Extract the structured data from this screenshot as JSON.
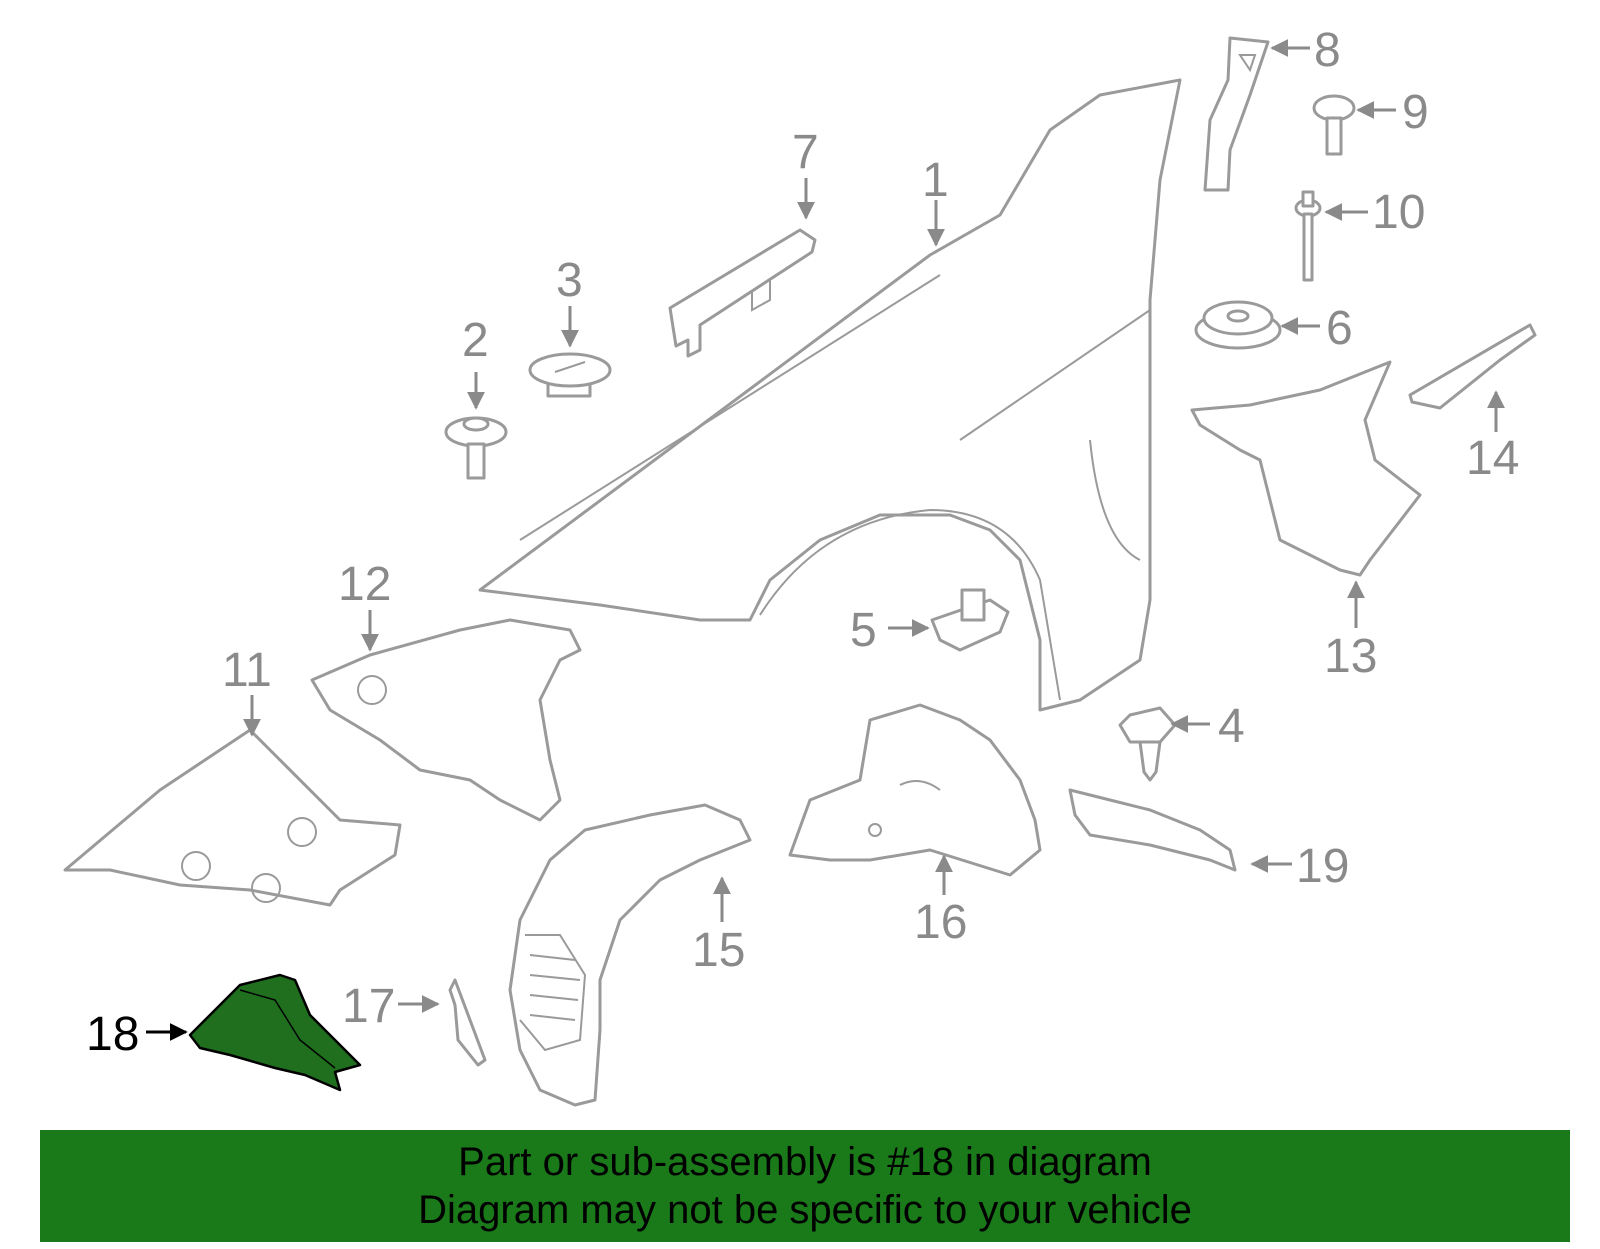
{
  "diagram": {
    "highlight_part": "18",
    "highlight_color": "#1f6f1f",
    "line_color": "#9a9a9a",
    "callouts": [
      "1",
      "2",
      "3",
      "4",
      "5",
      "6",
      "7",
      "8",
      "9",
      "10",
      "11",
      "12",
      "13",
      "14",
      "15",
      "16",
      "17",
      "18",
      "19"
    ]
  },
  "banner": {
    "line1": "Part or sub-assembly is #18 in diagram",
    "line2": "Diagram may not be specific to your vehicle",
    "background": "#1a7a1a"
  }
}
